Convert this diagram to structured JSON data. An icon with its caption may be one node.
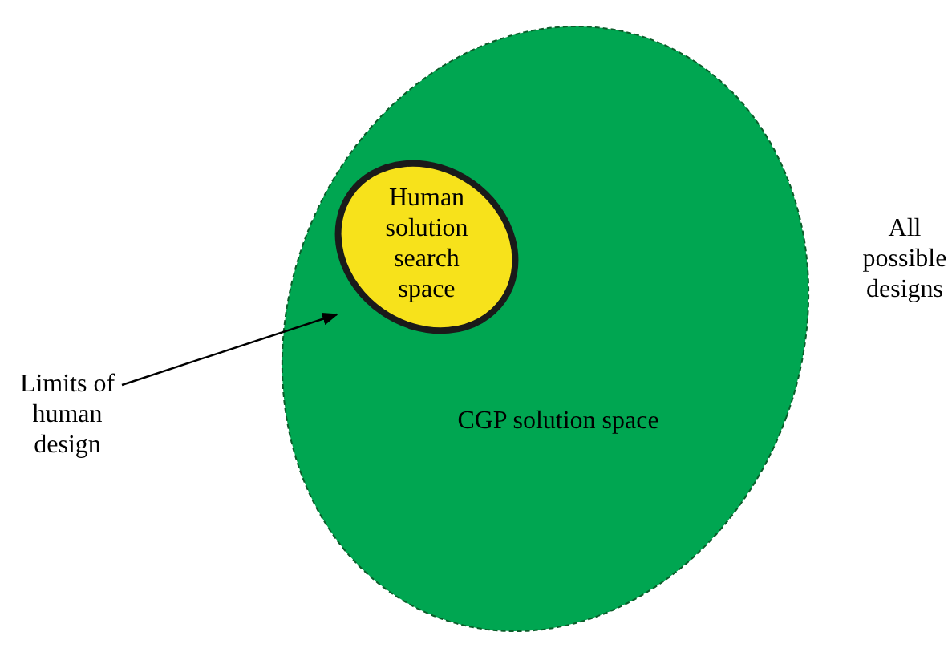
{
  "diagram": {
    "nodes": [
      {
        "text": [
          "CGP solution space"
        ]
      },
      {
        "text": [
          "Human solution search space"
        ],
        "in": 0
      },
      {
        "text": [
          "Limits of human design"
        ]
      }
    ],
    "edges": [
      {
        "from": 2,
        "to": 1,
        "arrow": "to"
      }
    ],
    "labels": [
      "All possible designs"
    ]
  }
}
